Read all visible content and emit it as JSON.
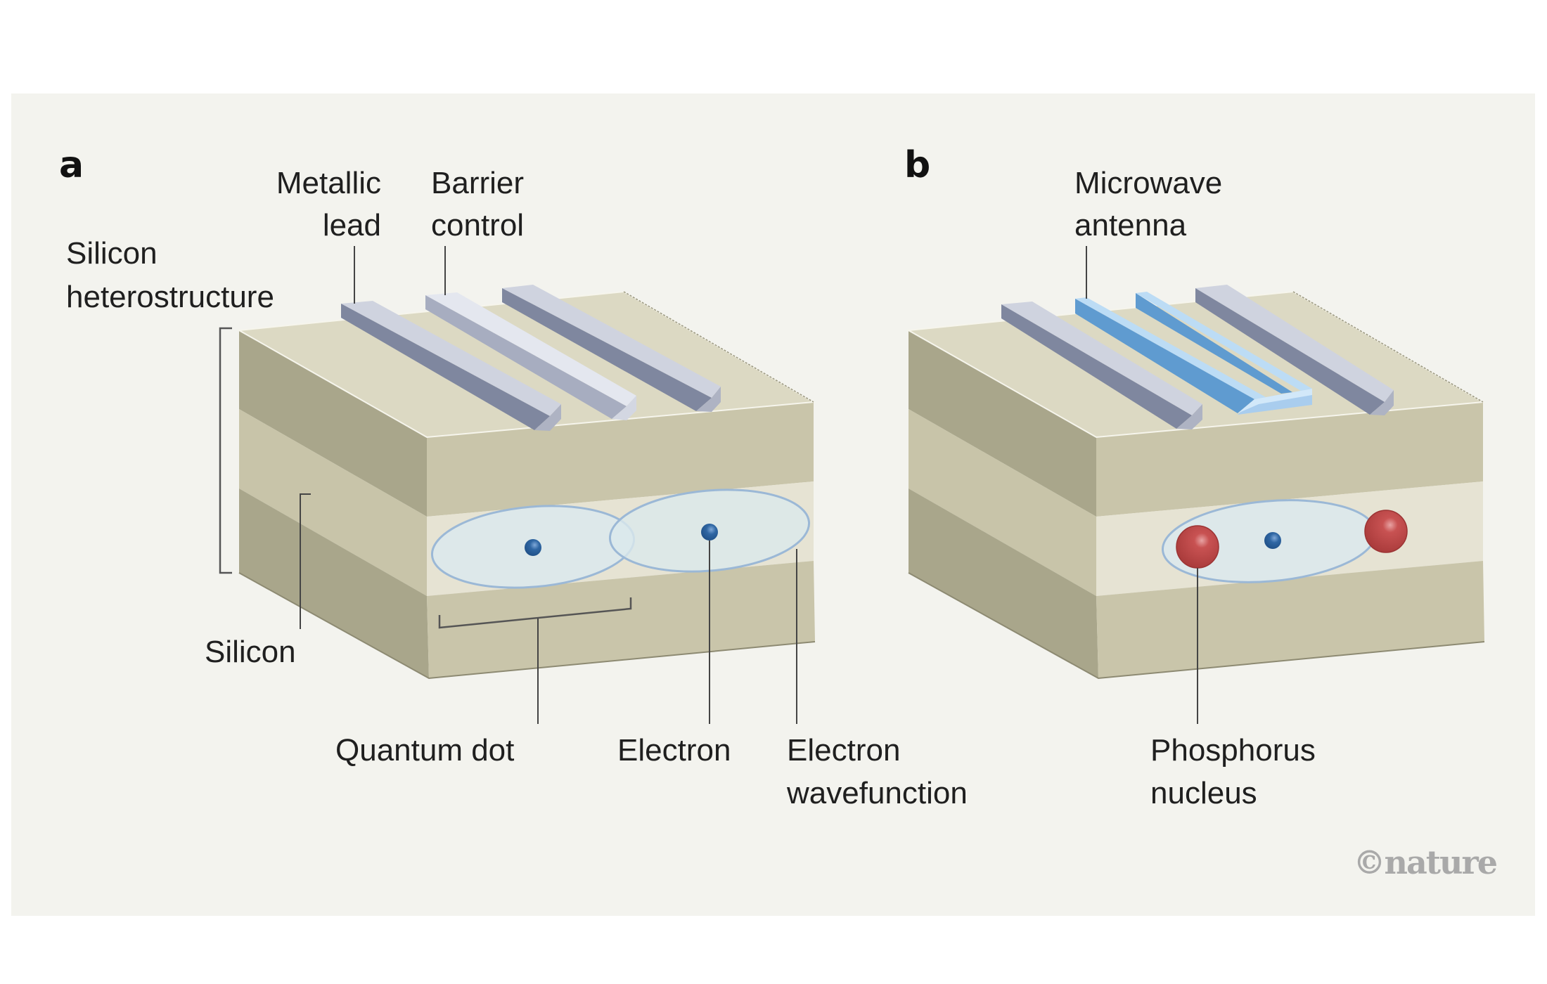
{
  "figure": {
    "credit": "©nature",
    "colors": {
      "page_background": "#ffffff",
      "panel_background": "#f3f3ee",
      "silicon_top": "#dcd9c3",
      "silicon_dark_side": "#a9a68b",
      "silicon_dark_front": "#c9c5aa",
      "heterostructure_layer_side": "#c8c4a9",
      "heterostructure_layer_front": "#e6e3d3",
      "metal_top": "#cfd3df",
      "metal_side": "#7f879f",
      "metal_light_top": "#e4e7ef",
      "antenna_top": "#bcdcf5",
      "antenna_side": "#5f9bd0",
      "wavefunction_fill": "#dbe8ec",
      "wavefunction_stroke": "#9bb8d6",
      "electron": "#2c5f9a",
      "phosphorus_nucleus": "#b94444"
    }
  },
  "panels": [
    {
      "id": "a",
      "letter": "a",
      "labels": {
        "metallic_lead": [
          "Metallic",
          "lead"
        ],
        "barrier_control": [
          "Barrier",
          "control"
        ],
        "silicon_heterostructure": [
          "Silicon",
          "heterostructure"
        ],
        "silicon": "Silicon",
        "quantum_dot": "Quantum dot",
        "electron": "Electron",
        "electron_wavefunction": [
          "Electron",
          "wavefunction"
        ]
      }
    },
    {
      "id": "b",
      "letter": "b",
      "labels": {
        "microwave_antenna": [
          "Microwave",
          "antenna"
        ],
        "phosphorus_nucleus": [
          "Phosphorus",
          "nucleus"
        ]
      }
    }
  ]
}
